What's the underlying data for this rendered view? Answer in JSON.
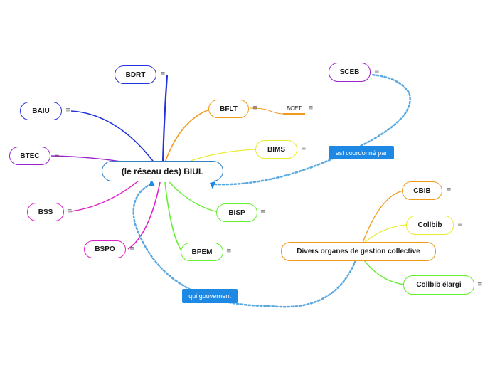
{
  "colors": {
    "blue_dark": "#2233dd",
    "orange": "#f29a1c",
    "yellow": "#e8ec30",
    "green": "#66ee33",
    "purple": "#9b22cc",
    "magenta": "#e01fc8",
    "link": "#5aa8e0",
    "label_bg": "#1e88e5",
    "central_border": "#2f7fc1"
  },
  "central": {
    "label": "(le réseau des) BIUL"
  },
  "nodes": {
    "bdrt": "BDRT",
    "baiu": "BAIU",
    "btec": "BTEC",
    "bss": "BSS",
    "bspo": "BSPO",
    "bflt": "BFLT",
    "bcet": "BCET",
    "bims": "BIMS",
    "bisp": "BISP",
    "bpem": "BPEM",
    "sceb": "SCEB",
    "divers": "Divers organes de gestion collective",
    "cbib": "CBIB",
    "collbib": "Collbib",
    "collbib_elargi": "Collbib élargi"
  },
  "relations": {
    "coordonne": "est coordonné par",
    "gouvernent": "qui gouvernent"
  },
  "note_icon": "note-icon"
}
